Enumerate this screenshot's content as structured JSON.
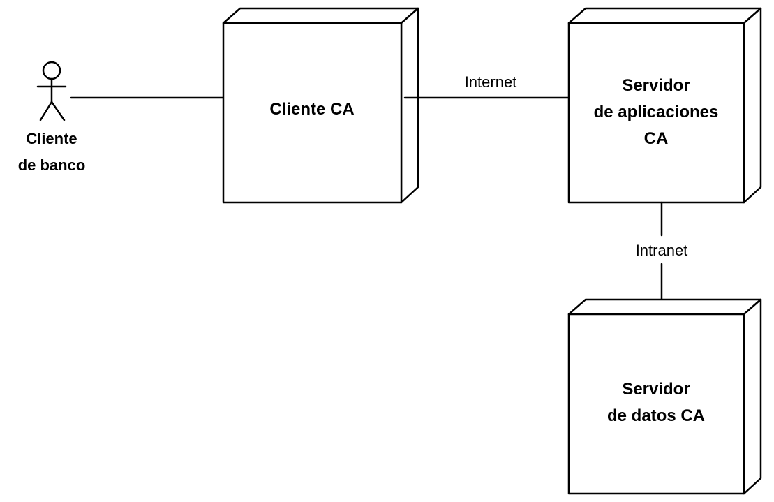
{
  "diagram": {
    "actor": {
      "lines": [
        "Cliente",
        "de banco"
      ]
    },
    "nodes": {
      "cliente_ca": {
        "lines": [
          "Cliente CA"
        ]
      },
      "servidor_aplicaciones": {
        "lines": [
          "Servidor",
          "de aplicaciones",
          "CA"
        ]
      },
      "servidor_datos": {
        "lines": [
          "Servidor",
          "de datos CA"
        ]
      }
    },
    "connections": {
      "internet": "Internet",
      "intranet": "Intranet"
    }
  },
  "colors": {
    "line": "#000000",
    "background": "#ffffff"
  }
}
